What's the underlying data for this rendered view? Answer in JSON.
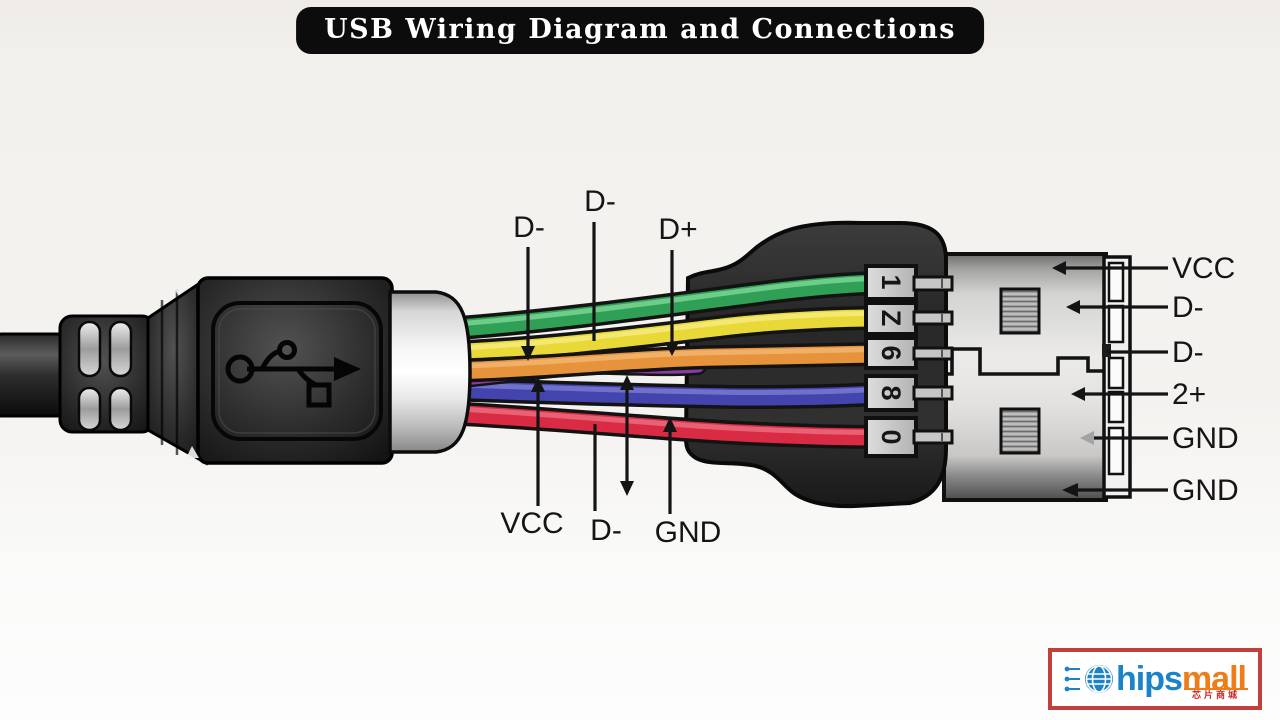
{
  "title": "USB Wiring Diagram and Connections",
  "annotations": {
    "top": [
      "D-",
      "D-",
      "D+"
    ],
    "bottom": [
      "VCC",
      "D-",
      "GND"
    ],
    "right": [
      "VCC",
      "D-",
      "D-",
      "2+",
      "GND",
      "GND"
    ]
  },
  "pin_blocks": [
    "1",
    "Z",
    "6",
    "8",
    "0"
  ],
  "wires": [
    {
      "name": "green",
      "hex": "#2fa055",
      "highlight": "#8adfa4",
      "pin_block": "1"
    },
    {
      "name": "yellow",
      "hex": "#e8d838",
      "highlight": "#f8f08a",
      "pin_block": "Z"
    },
    {
      "name": "orange",
      "hex": "#e6933c",
      "highlight": "#f4bc7a",
      "pin_block": "6"
    },
    {
      "name": "purple",
      "hex": "#8a3d9e",
      "highlight": "#bb77cc",
      "pin_block": ""
    },
    {
      "name": "blue",
      "hex": "#4444ae",
      "highlight": "#8585d8",
      "pin_block": "8"
    },
    {
      "name": "red",
      "hex": "#da2b45",
      "highlight": "#f0798a",
      "pin_block": "0"
    }
  ],
  "colors": {
    "banner_bg": "#0d0c0c",
    "banner_text": "#ffffff",
    "connector_black": "#1c1c1c",
    "plug_shell": "#dddddb",
    "paper": "#f3f1ee"
  },
  "logo": {
    "brand": "Chipsmall",
    "brand_blue_rest": "hips",
    "brand_orange": "mall",
    "subtext": "芯片商城",
    "blue": "#1b84c7",
    "orange": "#f07c18",
    "border": "#c2403a"
  }
}
